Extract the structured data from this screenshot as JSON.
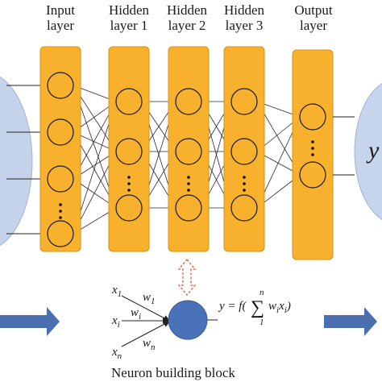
{
  "layers": [
    {
      "line1": "Input",
      "line2": "layer"
    },
    {
      "line1": "Hidden",
      "line2": "layer 1"
    },
    {
      "line1": "Hidden",
      "line2": "layer 2"
    },
    {
      "line1": "Hidden",
      "line2": "layer 3"
    },
    {
      "line1": "Output",
      "line2": "layer"
    }
  ],
  "output_symbol": "y",
  "block": {
    "caption": "Neuron building block",
    "inputs": {
      "x1": "x",
      "x1_sub": "1",
      "xi": "x",
      "xi_sub": "i",
      "xn": "x",
      "xn_sub": "n"
    },
    "weights": {
      "w1": "w",
      "w1_sub": "1",
      "wi": "w",
      "wi_sub": "i",
      "wn": "w",
      "wn_sub": "n"
    },
    "formula": {
      "lhs": "y = f(",
      "sum": "∑",
      "upper": "n",
      "lower": "1",
      "term_w": "w",
      "term_w_sub": "i",
      "term_x": "x",
      "term_x_sub": "i",
      "rhs": ")"
    }
  },
  "colors": {
    "layer_fill": "#f7b12d",
    "layer_stroke": "#d4901a",
    "input_ellipse": "#c5d3ea",
    "output_ellipse": "#c7d5ec",
    "arrow_blue": "#4a6eb0",
    "neuron_blue": "#4a72b8",
    "dashed_red": "#d9553a"
  }
}
